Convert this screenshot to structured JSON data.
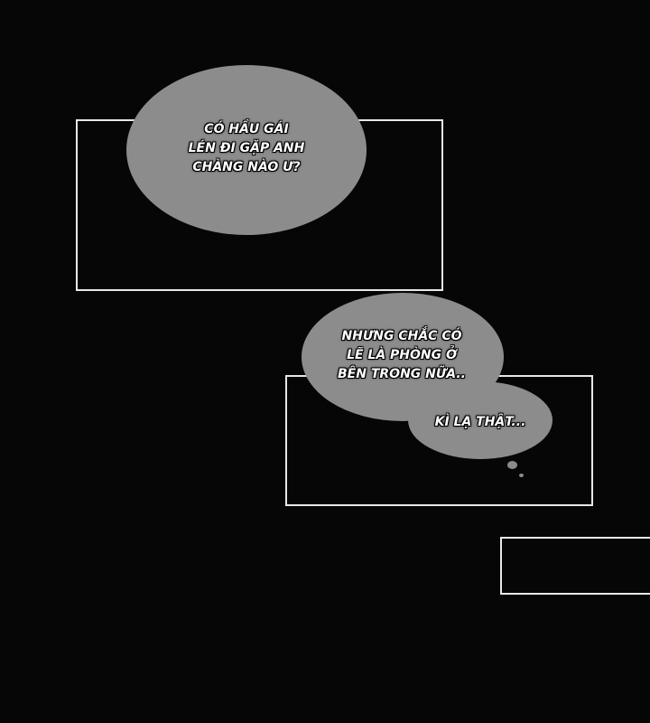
{
  "colors": {
    "background": "#060606",
    "panel_border": "#e8e8e8",
    "bubble_fill": "#8c8c8c",
    "text": "#ffffff"
  },
  "bubbles": [
    {
      "lines": [
        "CÓ HẦU GÁI",
        "LÉN ĐI GẶP ANH",
        "CHÀNG NÀO Ư?"
      ]
    },
    {
      "lines": [
        "NHƯNG CHẮC CÓ",
        "LẼ LÀ PHÒNG Ở",
        "BÊN TRONG NỮA.."
      ]
    },
    {
      "lines": [
        "KÌ LẠ THẬT..."
      ]
    }
  ]
}
